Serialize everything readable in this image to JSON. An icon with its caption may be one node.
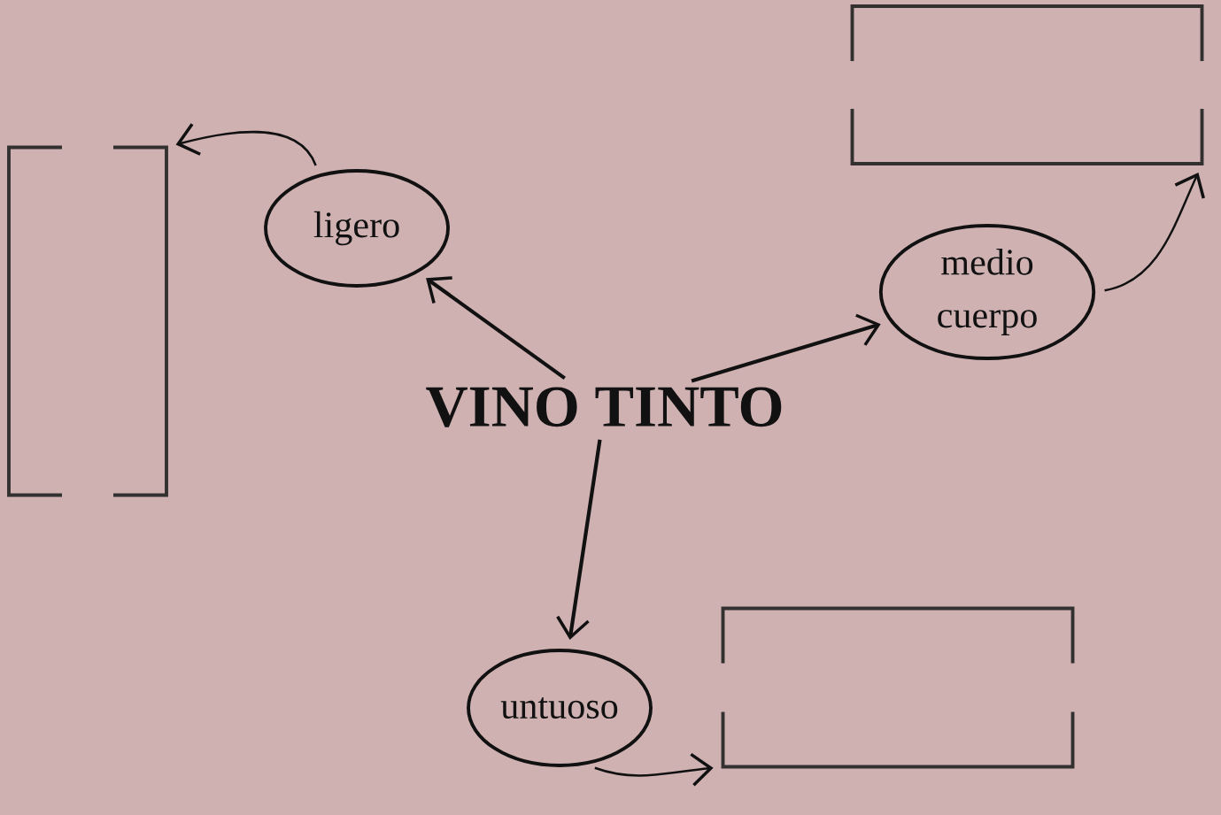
{
  "diagram": {
    "nodes": [
      {
        "text": [
          "VINO TINTO"
        ]
      },
      {
        "text": [
          "ligero"
        ]
      },
      {
        "text": [
          "medio cuerpo"
        ]
      },
      {
        "text": [
          "untuoso"
        ]
      },
      {
        "text": [],
        "shape": "box"
      },
      {
        "text": [],
        "shape": "box"
      },
      {
        "text": [],
        "shape": "box"
      }
    ],
    "edges": [
      {
        "from": 0,
        "to": 1,
        "arrow": "to"
      },
      {
        "from": 0,
        "to": 2,
        "arrow": "to"
      },
      {
        "from": 0,
        "to": 3,
        "arrow": "to"
      },
      {
        "from": 1,
        "to": 4,
        "arrow": "to"
      },
      {
        "from": 2,
        "to": 5,
        "arrow": "to"
      },
      {
        "from": 3,
        "to": 6,
        "arrow": "to"
      }
    ]
  }
}
